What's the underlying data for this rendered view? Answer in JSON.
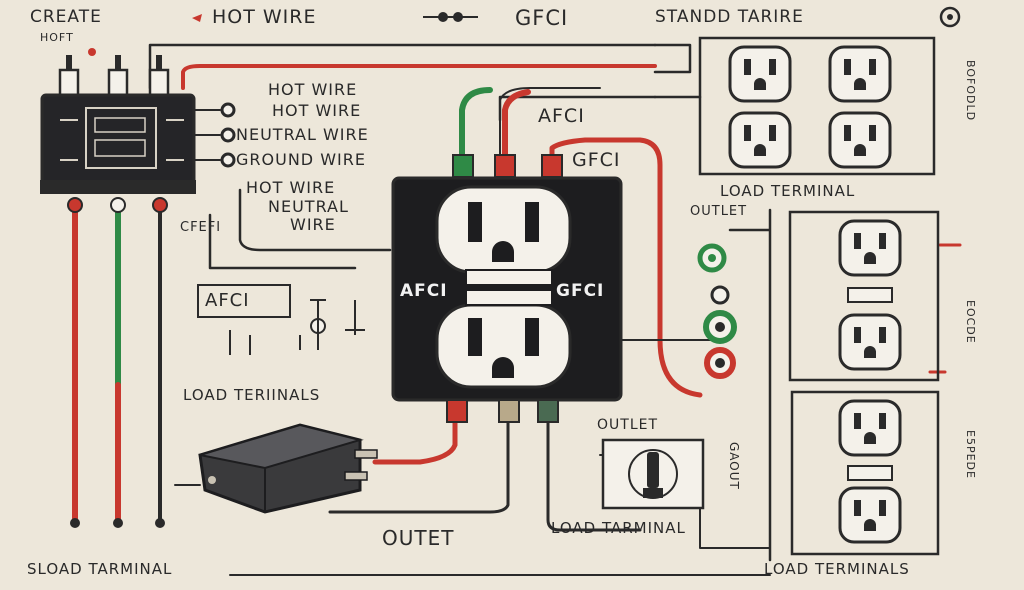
{
  "header": {
    "title_left": "CREATE",
    "title_hot": "HOT WIRE",
    "title_gfci": "GFCI",
    "title_right": "STANDD TARIRE",
    "corner_tag": "HOFT"
  },
  "labels": {
    "hot_wire_1": "HOT WIRE",
    "hot_wire_2": "HOT WIRE",
    "neutral_wire": "NEUTRAL WIRE",
    "ground_wire": "GROUND WIRE",
    "hot_wire_3": "HOT WIRE",
    "neutral_wire_2": "NEUTRAL",
    "wire": "WIRE",
    "afci_top": "AFCI",
    "gfci_top": "GFCI",
    "cfefi": "CFEFI",
    "afci_box": "AFCI",
    "load_terminals_left": "LOAD TERIINALS",
    "load_terminal_top": "LOAD TERMINAL",
    "outlet_mid": "OUTLET",
    "outlet_lower": "OUTLET",
    "outet_bottom": "OUTET",
    "load_terminal_mid": "LOAD TARMINAL",
    "sload_terminal": "SLOAD TARMINAL",
    "load_terminals_bottom": "LOAD TERMINALS",
    "gaout": "GAOUT",
    "device_afci": "AFCI",
    "device_gfci": "GFCI",
    "side_top": "BOFODLD",
    "side_mid": "EOCDE",
    "side_low": "E5PEDE"
  },
  "colors": {
    "background": "#ede7da",
    "ink": "#2a2a2a",
    "hot_red": "#c8382e",
    "ground_green": "#2f8a46",
    "device_black": "#1d1d1f",
    "outlet_face": "#f4f1ea"
  }
}
